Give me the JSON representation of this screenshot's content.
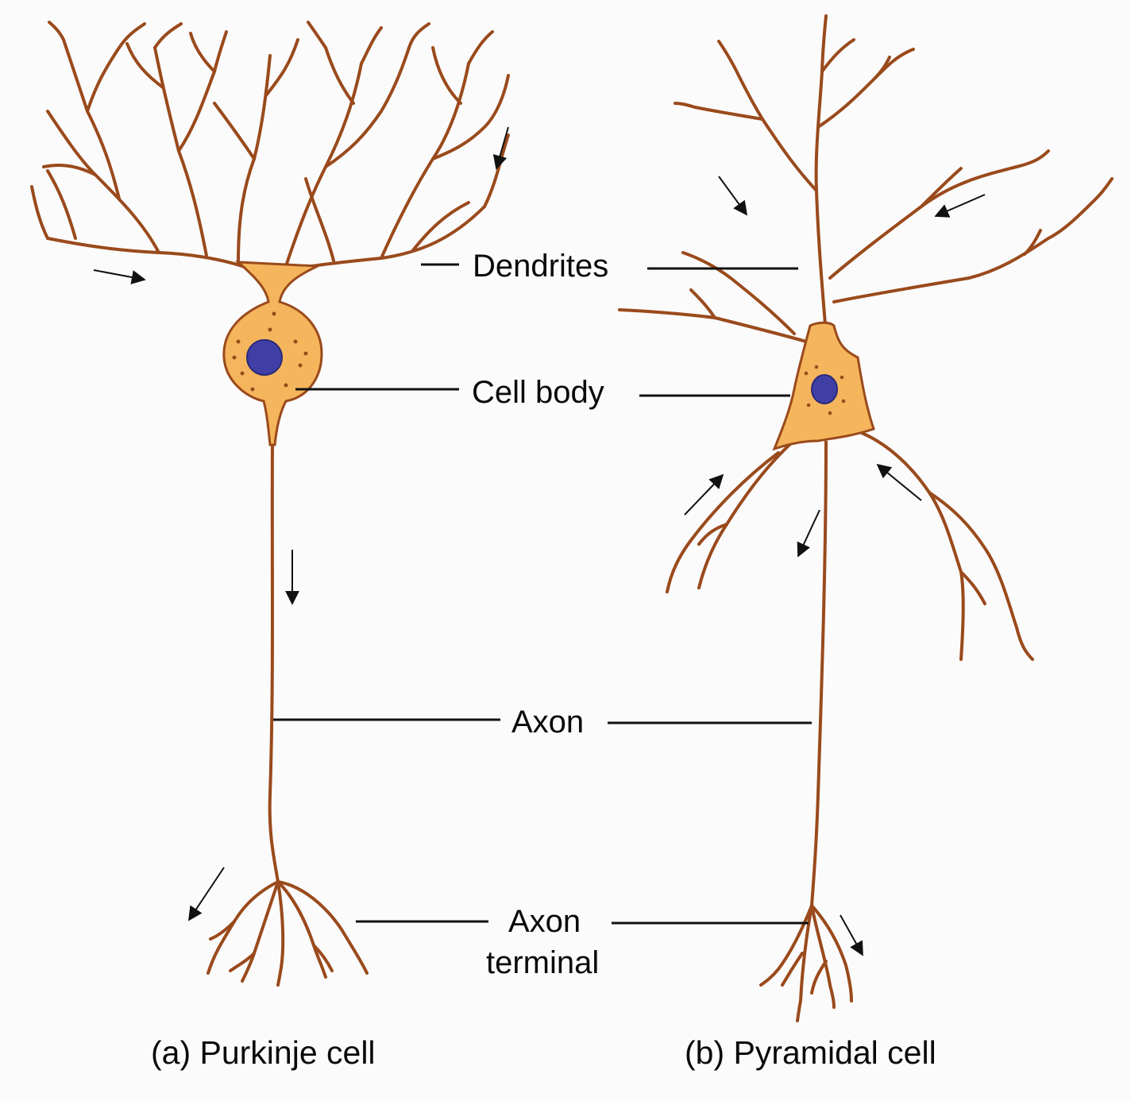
{
  "colors": {
    "neuron_fill": "#f5b55c",
    "neuron_stroke": "#9a4a1c",
    "nucleus": "#3f3fa6",
    "label_line": "#111111",
    "arrow": "#111111",
    "background": "#fbfbfb"
  },
  "labels": {
    "dendrites": "Dendrites",
    "cell_body": "Cell body",
    "axon": "Axon",
    "axon_terminal_line1": "Axon",
    "axon_terminal_line2": "terminal"
  },
  "captions": {
    "a": "(a) Purkinje cell",
    "b": "(b) Pyramidal cell"
  }
}
